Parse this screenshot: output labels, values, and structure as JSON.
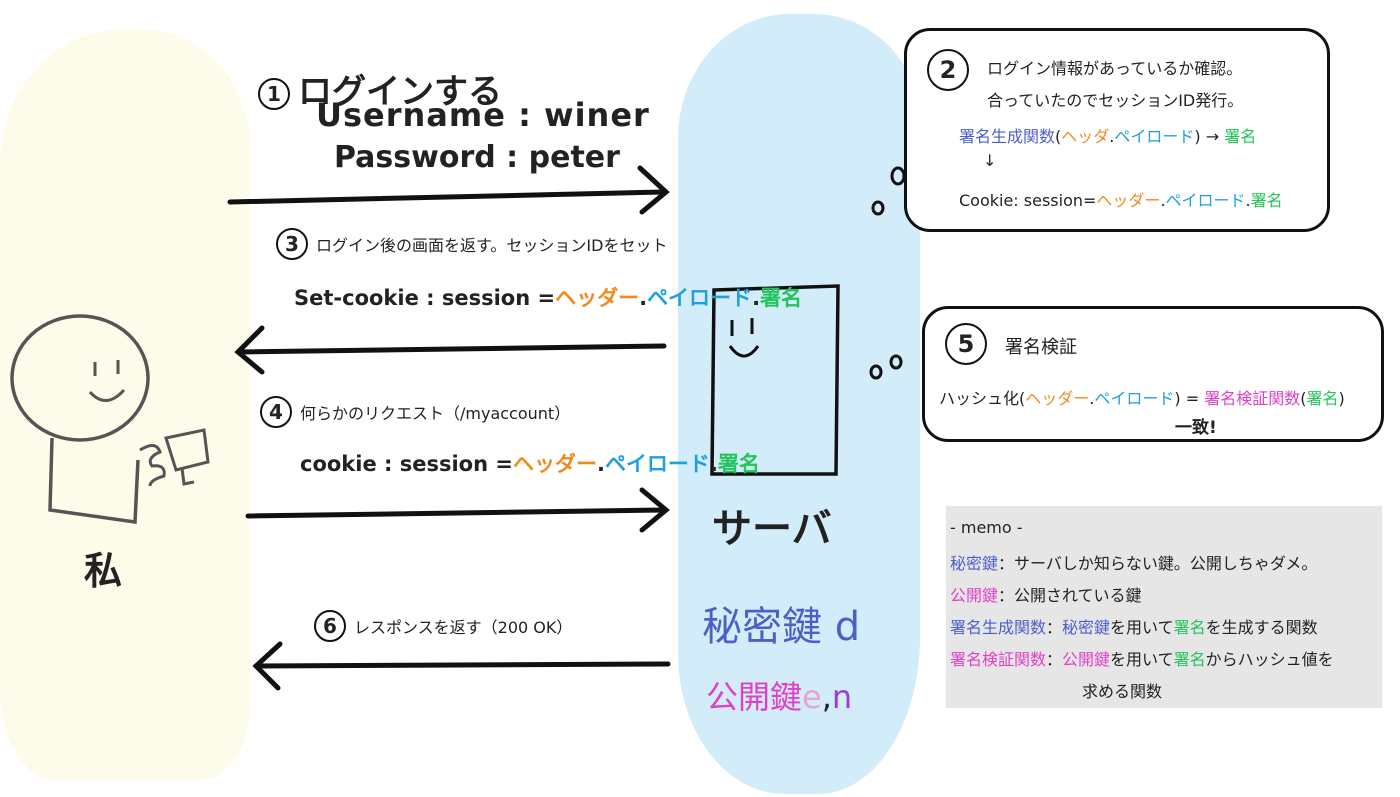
{
  "user": {
    "label": "私"
  },
  "server": {
    "label": "サーバ",
    "private_key": "秘密鍵 d",
    "public_key_prefix": "公開鍵",
    "public_key_e": "e",
    "public_key_sep": ",",
    "public_key_n": "n"
  },
  "step1": {
    "num": "1",
    "title": "ログインする",
    "username": "Username : winer",
    "password": "Password : peter"
  },
  "step2": {
    "num": "2",
    "line1": "ログイン情報があっているか確認。",
    "line2": "合っていたのでセッションID発行。",
    "func": "署名生成関数",
    "open": "(",
    "header": "ヘッダ",
    "dot": ".",
    "payload": "ペイロード",
    "close": ")",
    "arrow": "→",
    "sig": "署名",
    "down_arrow": "↓",
    "cookie_prefix": "Cookie: session=",
    "cookie_header": "ヘッダー",
    "cookie_dot1": ".",
    "cookie_payload": "ペイロード",
    "cookie_dot2": ".",
    "cookie_sig": "署名"
  },
  "step3": {
    "num": "3",
    "label": "ログイン後の画面を返す。セッションIDをセット",
    "prefix": "Set-cookie : session =",
    "header": "ヘッダー",
    "dot1": ".",
    "payload": "ペイロード",
    "dot2": ".",
    "sig": "署名"
  },
  "step4": {
    "num": "4",
    "label": "何らかのリクエスト（/myaccount）",
    "prefix": "cookie : session =",
    "header": "ヘッダー",
    "dot1": ".",
    "payload": "ペイロード",
    "dot2": ".",
    "sig": "署名"
  },
  "step5": {
    "num": "5",
    "title": "署名検証",
    "hash": "ハッシュ化(",
    "header": "ヘッダー",
    "dot": ".",
    "payload": "ペイロード",
    "close": ")",
    "eq": " = ",
    "verify": "署名検証関数",
    "open2": "(",
    "sig": "署名",
    "close2": ")",
    "match": "一致!"
  },
  "step6": {
    "num": "6",
    "label": "レスポンスを返す（200 OK）"
  },
  "memo": {
    "title": "- memo -",
    "l1_key": "秘密鍵",
    "l1_colon": "：",
    "l1_text": "サーバしか知らない鍵。公開しちゃダメ。",
    "l2_key": "公開鍵",
    "l2_colon": "：",
    "l2_text": "公開されている鍵",
    "l3_key": "署名生成関数",
    "l3_colon": "：",
    "l3_a": "秘密鍵",
    "l3_b": "を用いて",
    "l3_c": "署名",
    "l3_d": "を生成する関数",
    "l4_key": "署名検証関数",
    "l4_colon": "：",
    "l4_a": "公開鍵",
    "l4_b": "を用いて",
    "l4_c": "署名",
    "l4_d": "からハッシュ値を",
    "l5": "求める関数"
  }
}
